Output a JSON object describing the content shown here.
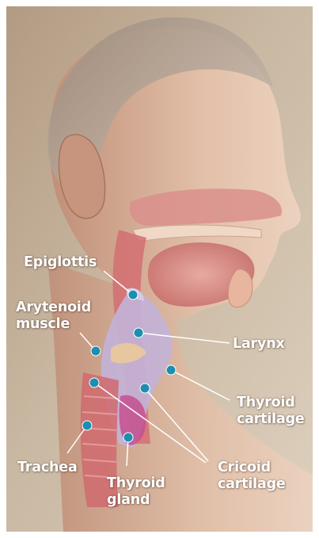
{
  "labels": {
    "epiglottis": "Epiglottis",
    "arytenoid_line1": "Arytenoid",
    "arytenoid_line2": "muscle",
    "larynx": "Larynx",
    "thyroid_cart_line1": "Thyroid",
    "thyroid_cart_line2": "cartilage",
    "trachea": "Trachea",
    "thyroid_gland_line1": "Thyroid",
    "thyroid_gland_line2": "gland",
    "cricoid_line1": "Cricoid",
    "cricoid_line2": "cartilage"
  },
  "colors": {
    "marker": "#1a8fb0",
    "leader_line": "#ffffff",
    "label_text": "#ffffff"
  }
}
